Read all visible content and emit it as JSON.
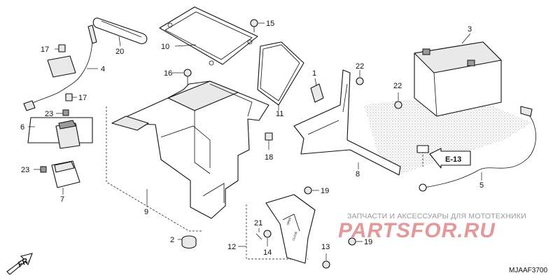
{
  "callouts": {
    "c1": "1",
    "c2": "2",
    "c3": "3",
    "c4": "4",
    "c5": "5",
    "c6": "6",
    "c7": "7",
    "c8": "8",
    "c9": "9",
    "c10": "10",
    "c11": "11",
    "c12": "12",
    "c13": "13",
    "c14": "14",
    "c15": "15",
    "c16": "16",
    "c17a": "17",
    "c17b": "17",
    "c18": "18",
    "c19a": "19",
    "c19b": "19",
    "c20": "20",
    "c21": "21",
    "c22a": "22",
    "c22b": "22",
    "c23a": "23",
    "c23b": "23"
  },
  "reference": "E-13",
  "direction": "FR.",
  "diagram_code": "MJAAF3700",
  "watermark": {
    "tagline": "ЗАПЧАСТИ И АКСЕССУАРЫ ДЛЯ МОТОТЕХНИКИ",
    "brand": "PARTSFOR.RU"
  },
  "cover_marks": {
    "open": "OPEN",
    "close": "CLOSE"
  }
}
